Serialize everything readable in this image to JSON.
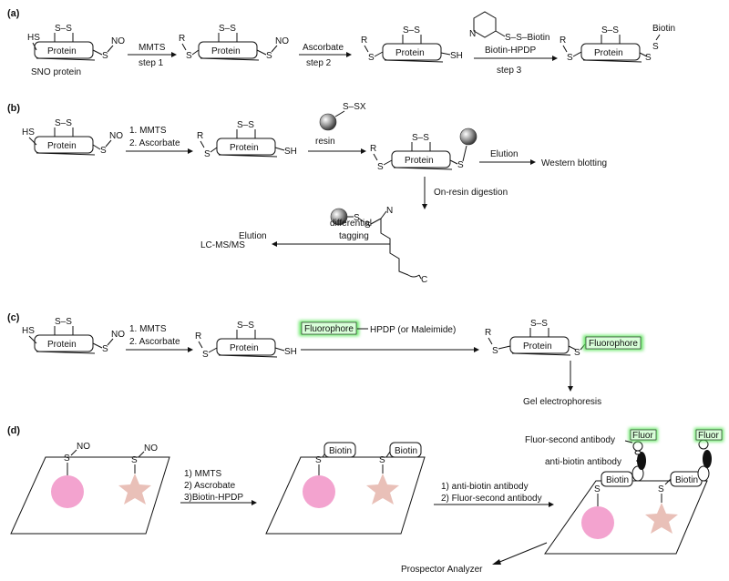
{
  "panels": {
    "a": {
      "label": "(a)",
      "sno_protein": "SNO protein",
      "mmts": "MMTS",
      "step1": "step 1",
      "ascorbate": "Ascorbate",
      "step2": "step 2",
      "biotin_hpdp": "Biotin-HPDP",
      "step3": "step 3",
      "biotin_reagent": "S–S–Biotin",
      "biotin": "Biotin",
      "protein": "Protein"
    },
    "b": {
      "label": "(b)",
      "step_mmts": "1. MMTS",
      "step_asc": "2. Ascorbate",
      "resin": "resin",
      "resin_reagent": "S–SX",
      "elution": "Elution",
      "western": "Western blotting",
      "on_resin": "On-resin digestion",
      "differential": "differential",
      "tagging": "tagging",
      "elution2": "Elution",
      "lcms": "LC-MS/MS",
      "n_term": "N",
      "c_term": "C"
    },
    "c": {
      "label": "(c)",
      "step_mmts": "1. MMTS",
      "step_asc": "2. Ascorbate",
      "fluorophore": "Fluorophore",
      "hpdp": "HPDP (or Maleimide)",
      "gel": "Gel electrophoresis"
    },
    "d": {
      "label": "(d)",
      "step1": "1) MMTS",
      "step2": "2) Ascrobate",
      "step3": "3)Biotin-HPDP",
      "anti_biotin": "1) anti-biotin antibody",
      "fluor_second": "2) Fluor-second antibody",
      "fluor_second_label": "Fluor-second antibody",
      "anti_biotin_label": "anti-biotin antibody",
      "fluor": "Fluor",
      "biotin": "Biotin",
      "prospector": "Prospector Analyzer"
    }
  },
  "common": {
    "protein": "Protein",
    "s": "S",
    "ss": "S–S",
    "sh": "SH",
    "hs": "HS",
    "no": "NO",
    "r": "R"
  },
  "colors": {
    "pink": "#f3a3cf",
    "star": "#e9c0b8",
    "fluor_green": "#5ce65c"
  }
}
